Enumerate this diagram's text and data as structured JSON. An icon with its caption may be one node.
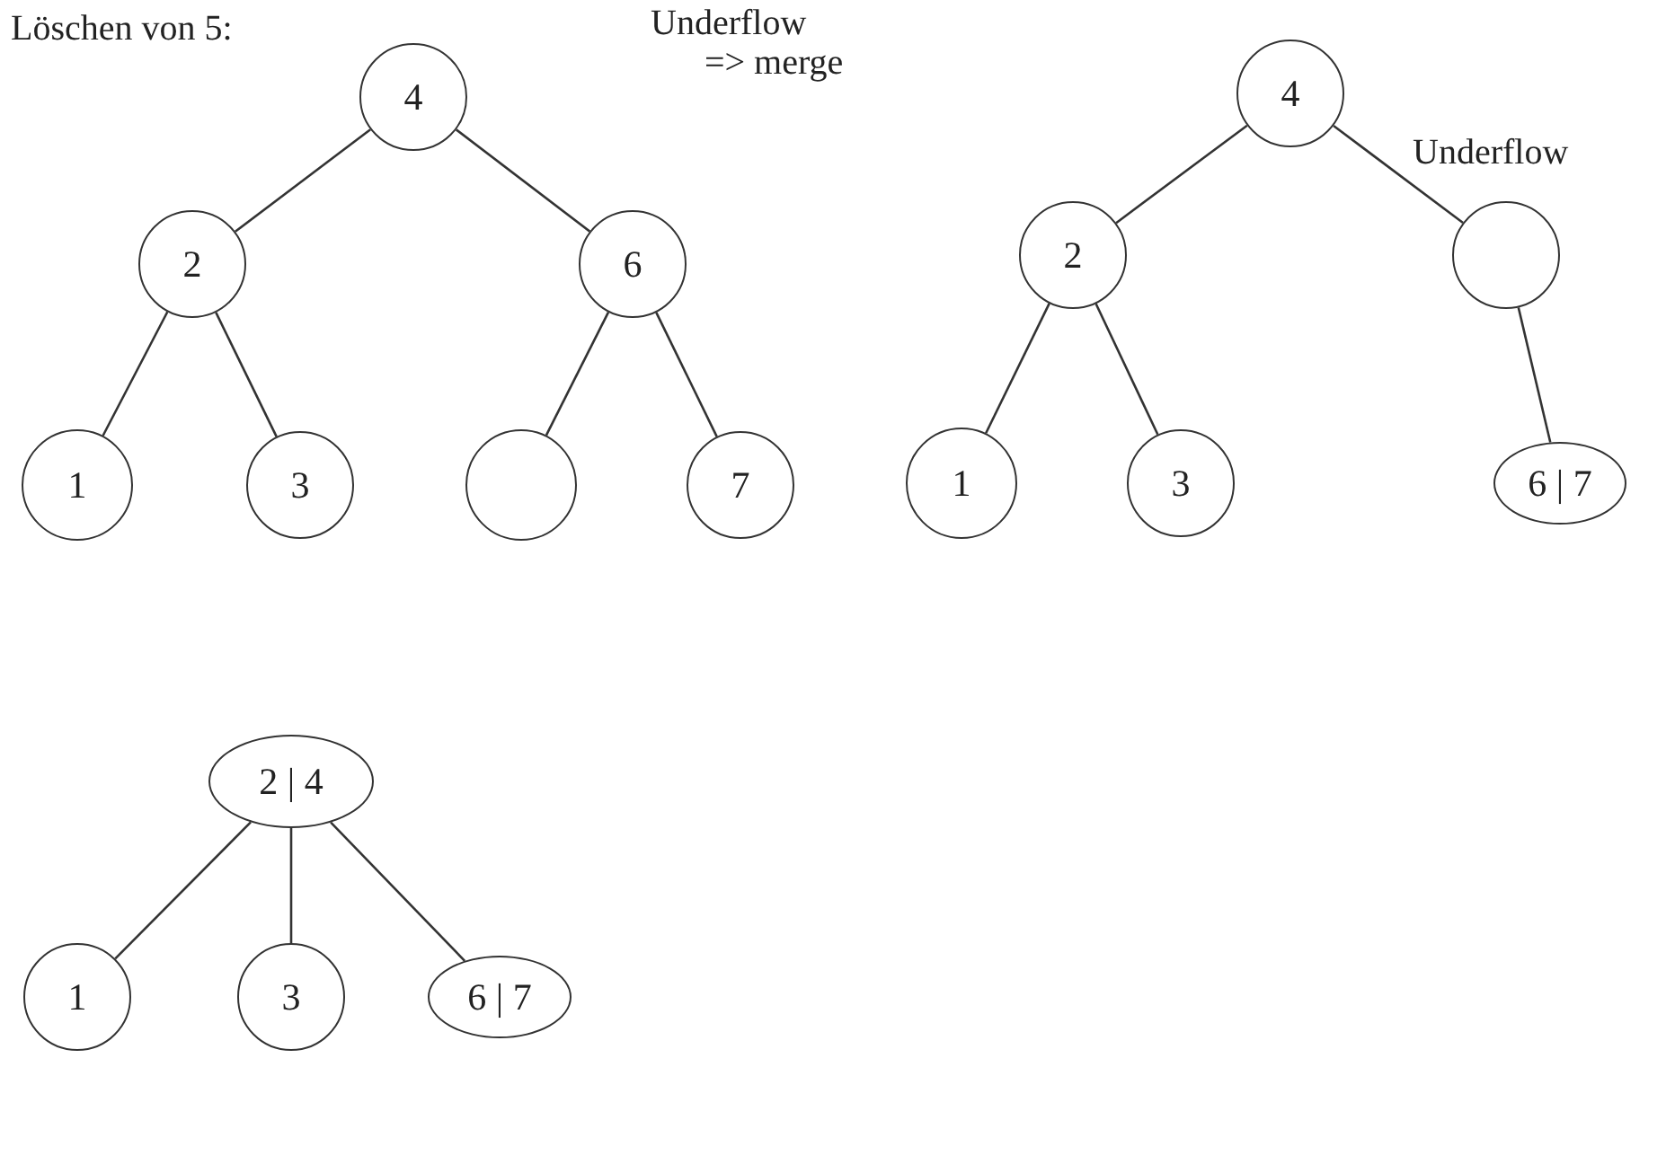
{
  "diagram": {
    "nodes": [
      {
        "text": [
          "4"
        ]
      },
      {
        "text": [
          "2"
        ]
      },
      {
        "text": [
          "6"
        ]
      },
      {
        "text": [
          "1"
        ]
      },
      {
        "text": [
          "3"
        ]
      },
      {
        "text": [],
        "shape": "circle"
      },
      {
        "text": [
          "7"
        ]
      },
      {
        "text": [
          "4"
        ]
      },
      {
        "text": [
          "2"
        ]
      },
      {
        "text": [],
        "shape": "circle"
      },
      {
        "text": [
          "1"
        ]
      },
      {
        "text": [
          "3"
        ]
      },
      {
        "text": [
          "6 | 7"
        ]
      },
      {
        "text": [
          "2 | 4"
        ]
      },
      {
        "text": [
          "1"
        ]
      },
      {
        "text": [
          "3"
        ]
      },
      {
        "text": [
          "6 | 7"
        ]
      }
    ],
    "edges": [
      {
        "from": 0,
        "to": 1,
        "arrow": "none"
      },
      {
        "from": 0,
        "to": 2,
        "arrow": "none"
      },
      {
        "from": 1,
        "to": 3,
        "arrow": "none"
      },
      {
        "from": 1,
        "to": 4,
        "arrow": "none"
      },
      {
        "from": 2,
        "to": 5,
        "arrow": "none"
      },
      {
        "from": 2,
        "to": 6,
        "arrow": "none"
      },
      {
        "from": 7,
        "to": 8,
        "arrow": "none"
      },
      {
        "from": 7,
        "to": 9,
        "arrow": "none"
      },
      {
        "from": 8,
        "to": 10,
        "arrow": "none"
      },
      {
        "from": 8,
        "to": 11,
        "arrow": "none"
      },
      {
        "from": 9,
        "to": 12,
        "arrow": "none"
      },
      {
        "from": 13,
        "to": 14,
        "arrow": "none"
      },
      {
        "from": 13,
        "to": 15,
        "arrow": "none"
      },
      {
        "from": 13,
        "to": 16,
        "arrow": "none"
      }
    ],
    "labels": [
      "Löschen von 5:",
      "Underflow",
      "=> merge",
      "Underflow"
    ]
  }
}
